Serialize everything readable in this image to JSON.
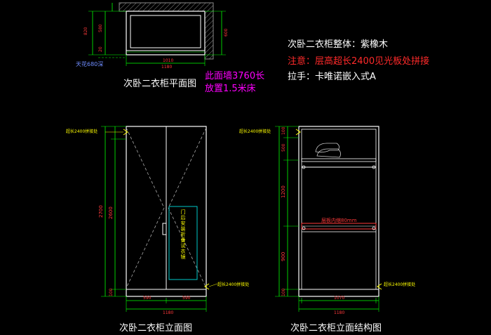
{
  "views": {
    "plan_title": "次卧二衣柜平面图",
    "front_title": "次卧二衣柜立面图",
    "structure_title": "次卧二衣柜立面结构图"
  },
  "notes": {
    "material": "次卧二衣柜整体：紫橡木",
    "warning": "注意：层高超长2400见光板处拼接",
    "handle": "拉手：卡唯诺嵌入式A"
  },
  "annotations": {
    "ceiling_depth": "天花680深",
    "wall_line1": "此面墙3760长",
    "wall_line2": "放置1.5米床",
    "splice_top_front": "超长2400拼接处",
    "splice_top_struct": "超长2400拼接处",
    "splice_bottom_front": "超长2400拼接处",
    "splice_bottom_struct": "超长2400拼接处",
    "door_inner_text": "门后安装折叠试衣镜",
    "shelf_text": "层板内缩80mm"
  },
  "colors": {
    "background": "#000000",
    "line": "#ffffff",
    "dimension": "#00ff00",
    "dimension_text": "#ff3a3a",
    "wall": "#8a8a8a",
    "magenta": "#ff00ff",
    "yellow": "#ffff00",
    "cyan": "#00ffff"
  }
}
